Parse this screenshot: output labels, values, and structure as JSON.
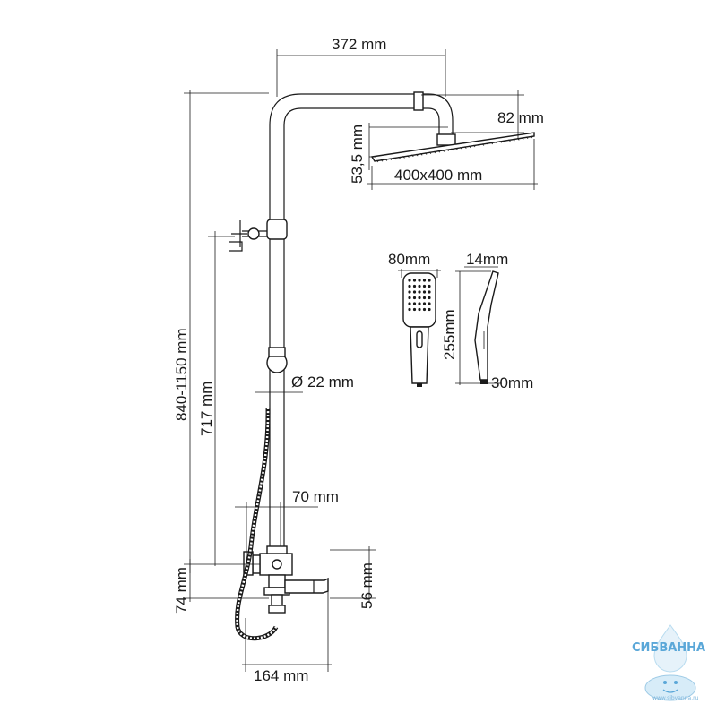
{
  "dimensions": {
    "arm_length": "372 mm",
    "head_offset": "82 mm",
    "head_height": "53,5 mm",
    "head_size": "400x400 mm",
    "hand_width": "80mm",
    "hand_thickness": "14mm",
    "hand_length": "255mm",
    "hand_base": "30mm",
    "pipe_diameter": "Ø 22 mm",
    "total_height": "840-1150 mm",
    "slide_height": "717 mm",
    "spout_offset": "70 mm",
    "mixer_height": "74 mm",
    "spout_height": "56 mm",
    "spout_length": "164 mm"
  },
  "logo": {
    "name": "СИБВАННА",
    "url": "www.sibvanna.ru"
  },
  "colors": {
    "line": "#1a1a1a",
    "logo": "#5aa7d8"
  }
}
